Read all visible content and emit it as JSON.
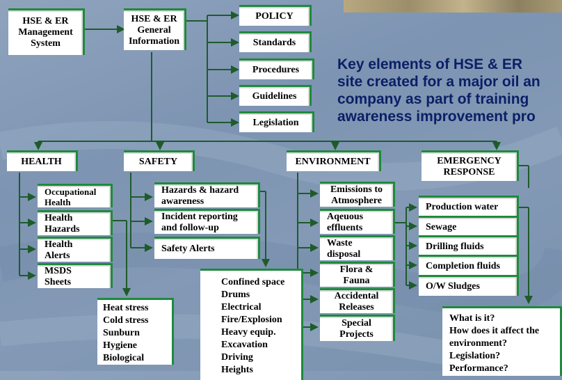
{
  "diagram": {
    "caption": "Key elements of HSE & ER\nsite created for a major oil an\ncompany as part of training\nawareness improvement pro",
    "root": {
      "management_system": "HSE & ER\nManagement\nSystem",
      "general_information": "HSE & ER\nGeneral\nInformation"
    },
    "info_items": [
      "POLICY",
      "Standards",
      "Procedures",
      "Guidelines",
      "Legislation"
    ],
    "categories": {
      "health": "HEALTH",
      "safety": "SAFETY",
      "environment": "ENVIRONMENT",
      "emergency": "EMERGENCY\nRESPONSE"
    },
    "health_items": [
      "Occupational\nHealth",
      "Health\nHazards",
      "Health\nAlerts",
      "MSDS\nSheets"
    ],
    "health_hazards_list": "Heat stress\nCold stress\nSunburn\nHygiene\nBiological",
    "safety_items": [
      "Hazards & hazard\nawareness",
      "Incident reporting\nand follow-up",
      "Safety Alerts"
    ],
    "safety_hazards_list": "Confined space\nDrums\nElectrical\nFire/Explosion\nHeavy equip.\nExcavation\nDriving\nHeights",
    "environment_items": [
      "Emissions to\nAtmosphere",
      "Aqeuous\neffluents",
      "Waste\ndisposal",
      "Flora &\nFauna",
      "Accidental\nReleases",
      "Special\nProjects"
    ],
    "effluent_items": [
      "Production water",
      "Sewage",
      "Drilling fluids",
      "Completion fluids",
      "O/W Sludges"
    ],
    "emergency_questions": "What is it?\nHow does it affect the\nenvironment?\nLegislation?\nPerformance?"
  },
  "colors": {
    "connector": "#1e5b2a",
    "box_accent": "#1e8a3c",
    "caption": "#0b1f66"
  }
}
